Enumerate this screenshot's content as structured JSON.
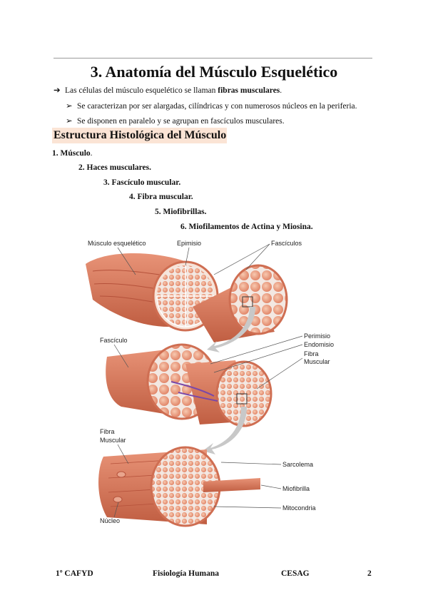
{
  "title": {
    "number": "3.",
    "text": " Anatomía del Músculo Esquelético"
  },
  "bullets": [
    {
      "mark": "➔",
      "before": "Las células del músculo esquelético se llaman ",
      "bold": "fibras musculares",
      "after": "."
    },
    {
      "mark": "➢",
      "text": "Se caracterizan por ser alargadas, cilíndricas y con numerosos núcleos en la periferia."
    },
    {
      "mark": "➢",
      "text": "Se disponen en paralelo y se agrupan en fascículos musculares."
    }
  ],
  "section_heading": "Estructura Histológica del Músculo",
  "levels": [
    {
      "text": "1. Músculo",
      "suffix": "."
    },
    {
      "text": "2. Haces musculares."
    },
    {
      "text": "3. Fascículo muscular."
    },
    {
      "text": "4. Fibra muscular."
    },
    {
      "text": "5. Miofibrillas."
    },
    {
      "text": "6. Miofilamentos de Actina y Miosina."
    }
  ],
  "diagram_labels": {
    "musculo": "Músculo esquelético",
    "epimisio": "Epimisio",
    "fasciculos": "Fascículos",
    "fasciculo": "Fascículo",
    "perimisio": "Perimisio",
    "endomisio": "Endomisio",
    "fibra_muscular_1": "Fibra",
    "fibra_muscular_2": "Muscular",
    "fibra_left_1": "Fibra",
    "fibra_left_2": "Muscular",
    "sarcolema": "Sarcolema",
    "miofibrilla": "Miofibrilla",
    "mitocondria": "Mitocondria",
    "nucleo": "Núcleo"
  },
  "colors": {
    "heading_bg": "#fbe4d5",
    "muscle": "#d9785a",
    "muscle_dark": "#b9533a",
    "muscle_light": "#f0b49a",
    "arrow": "#c8c8c8"
  },
  "footer": {
    "course": "1º CAFYD",
    "subject": "Fisiología Humana",
    "school": "CESAG",
    "page": "2"
  }
}
